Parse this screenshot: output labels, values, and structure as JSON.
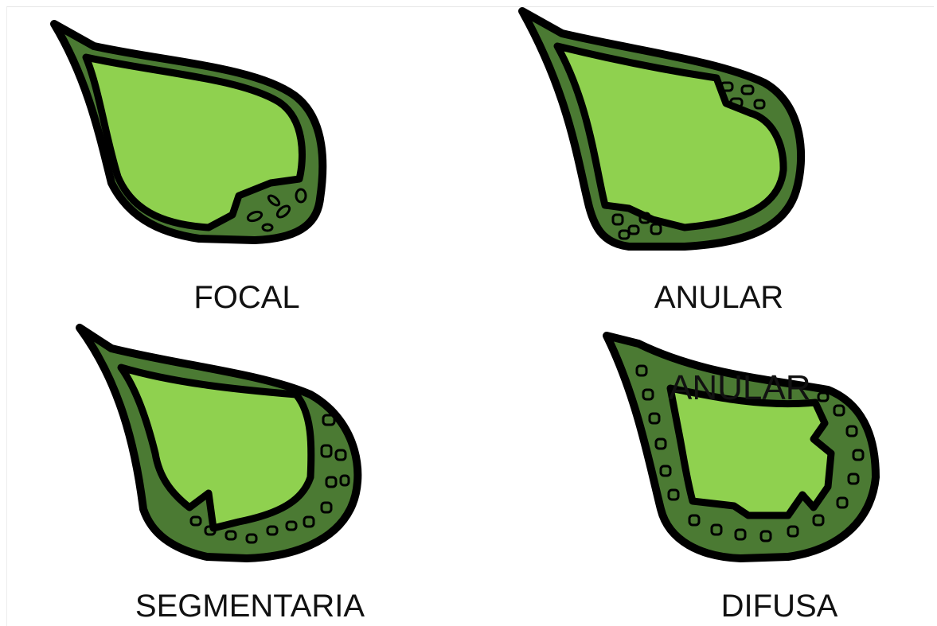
{
  "panels": [
    {
      "label": "FOCAL"
    },
    {
      "label": "ANULAR"
    },
    {
      "label": "SEGMENTARIA"
    },
    {
      "label": "DIFUSA"
    }
  ],
  "overlay_label": "ANULAR",
  "colors": {
    "inner_fill": "#8fd14f",
    "outer_fill": "#4b7a33",
    "outline": "#000000"
  }
}
